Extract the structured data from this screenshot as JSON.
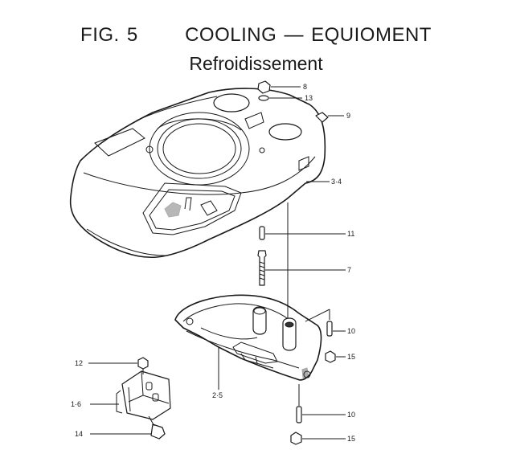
{
  "header": {
    "fig_label": "FIG.",
    "fig_number": "5",
    "title": "COOLING — EQUIOMENT",
    "subtitle": "Refroidissement"
  },
  "callouts": {
    "p8": "8",
    "p13": "13",
    "p9": "9",
    "p34": "3·4",
    "p11": "11",
    "p7": "7",
    "p10a": "10",
    "p15a": "15",
    "p12": "12",
    "p16": "1·6",
    "p25": "2·5",
    "p10b": "10",
    "p14": "14",
    "p15b": "15"
  }
}
